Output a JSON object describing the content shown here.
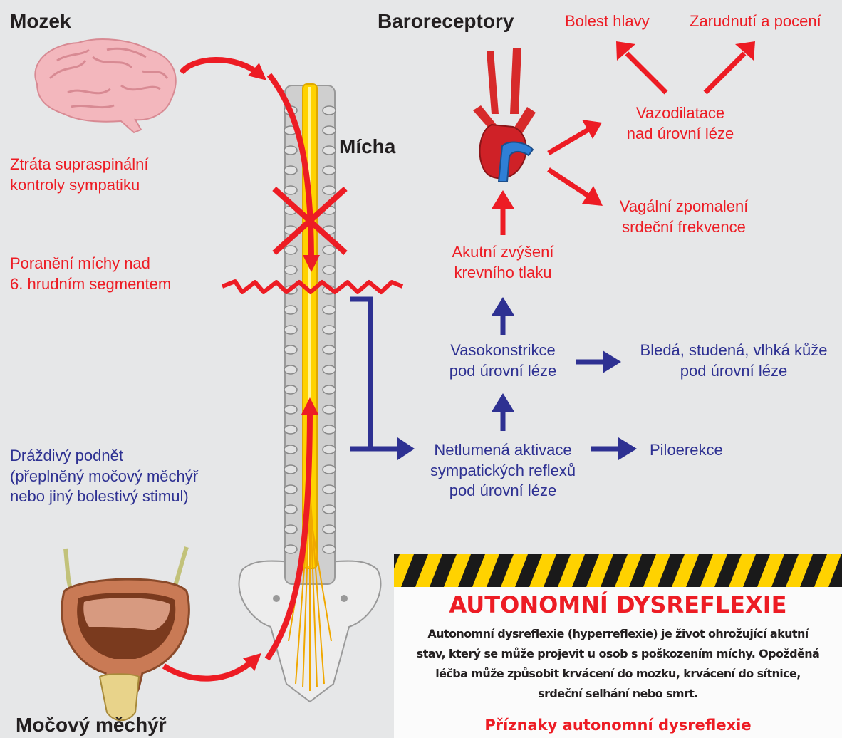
{
  "labels": {
    "brain": "Mozek",
    "baroreceptors": "Baroreceptory",
    "headache": "Bolest hlavy",
    "flushing": "Zarudnutí a pocení",
    "vasodilation_1": "Vazodilatace",
    "vasodilation_2": "nad úrovní léze",
    "spinal_cord": "Mícha",
    "loss_control_1": "Ztráta supraspinální",
    "loss_control_2": "kontroly sympatiku",
    "vagal_1": "Vagální zpomalení",
    "vagal_2": "srdeční frekvence",
    "bp_rise_1": "Akutní zvýšení",
    "bp_rise_2": "krevního tlaku",
    "injury_1": "Poranění míchy nad",
    "injury_2": "6. hrudním segmentem",
    "vasoconstriction_1": "Vasokonstrikce",
    "vasoconstriction_2": "pod úrovní léze",
    "pale_skin_1": "Bledá, studená, vlhká kůže",
    "pale_skin_2": "pod úrovní léze",
    "stimulus_1": "Dráždivý podnět",
    "stimulus_2": "(přeplněný močový měchýř",
    "stimulus_3": "nebo jiný bolestivý stimul)",
    "activation_1": "Netlumená aktivace",
    "activation_2": "sympatických reflexů",
    "activation_3": "pod úrovní léze",
    "piloerection": "Piloerekce",
    "bladder": "Močový měchýř"
  },
  "warning_box": {
    "title": "AUTONOMNÍ DYSREFLEXIE",
    "text": "Autonomní dysreflexie (hyperreflexie) je život ohrožující akutní stav, který se může projevit u osob s poškozením míchy. Opožděná léčba může způsobit krvácení do mozku, krvácení do sítnice, srdeční selhání nebo smrt.",
    "subtitle": "Příznaky autonomní dysreflexie"
  },
  "colors": {
    "red": "#ed1c24",
    "blue": "#2e3192",
    "background": "#e6e7e8",
    "cord_yellow": "#ffd200"
  },
  "icons": [
    "brain-icon",
    "heart-icon",
    "spine-icon",
    "bladder-icon",
    "block-x-icon",
    "injury-zigzag-icon"
  ]
}
